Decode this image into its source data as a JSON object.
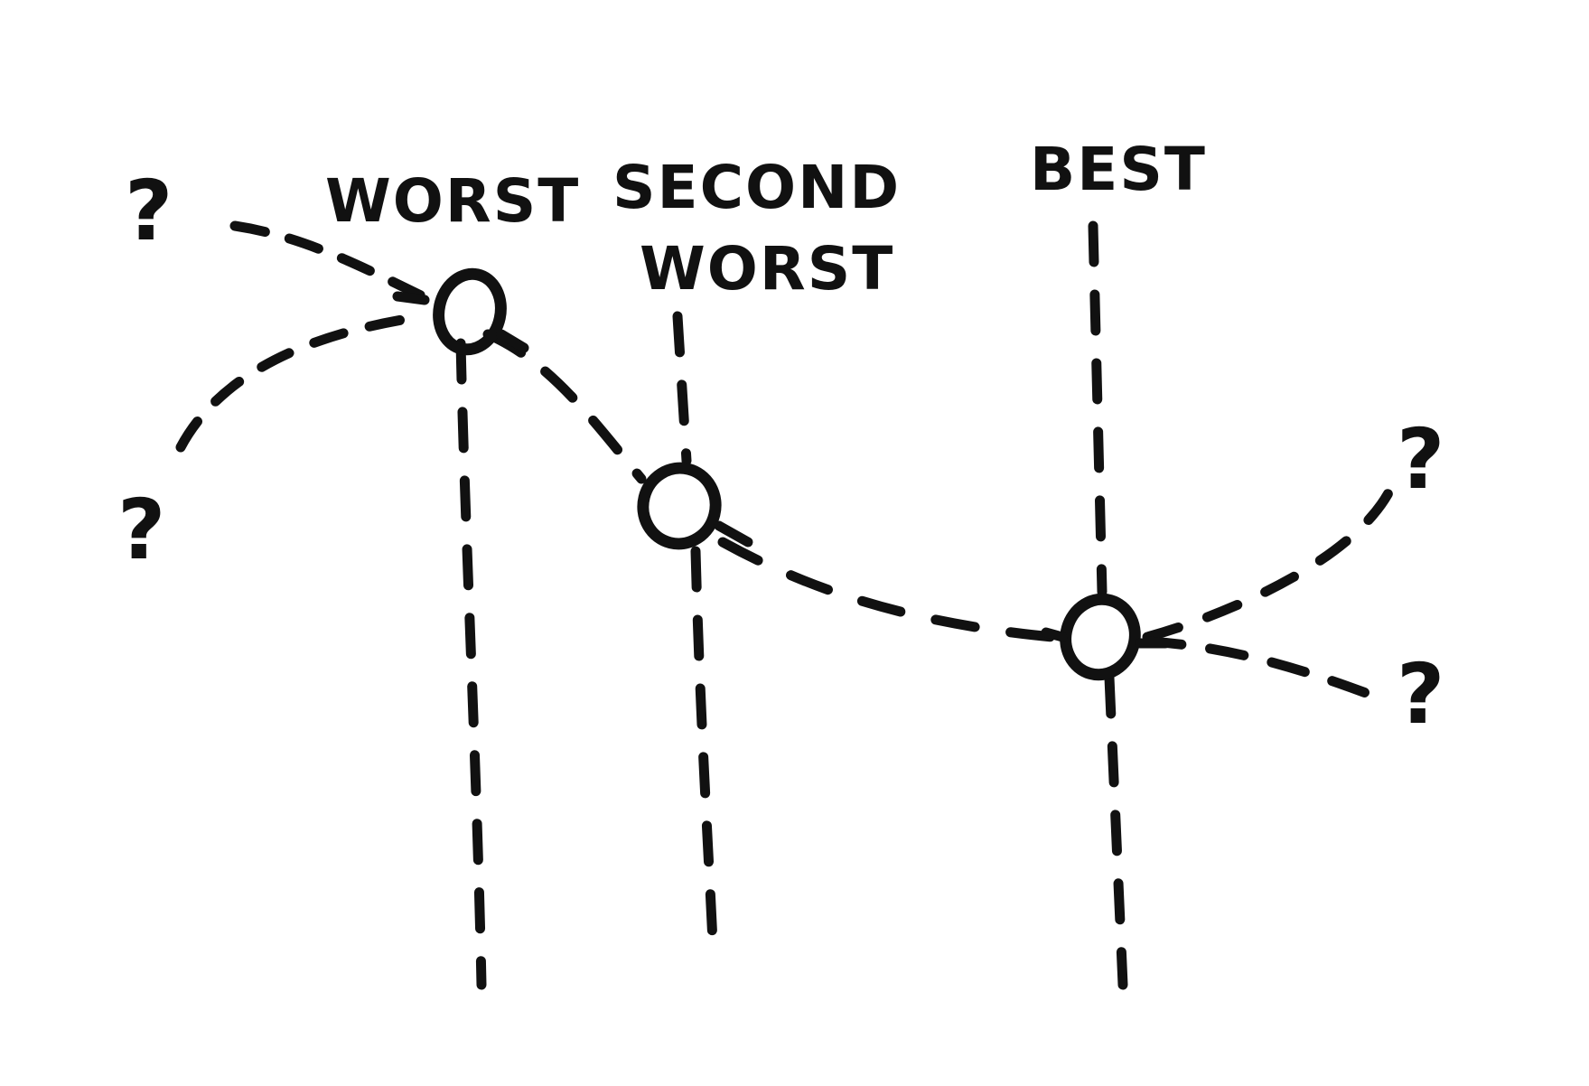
{
  "labels": {
    "worst": "WORST",
    "second_worst_line1": "SECOND",
    "second_worst_line2": "WORST",
    "best": "BEST"
  },
  "unknown_marks": [
    "?",
    "?",
    "?",
    "?"
  ],
  "colors": {
    "ink": "#111111",
    "background": "#ffffff"
  }
}
